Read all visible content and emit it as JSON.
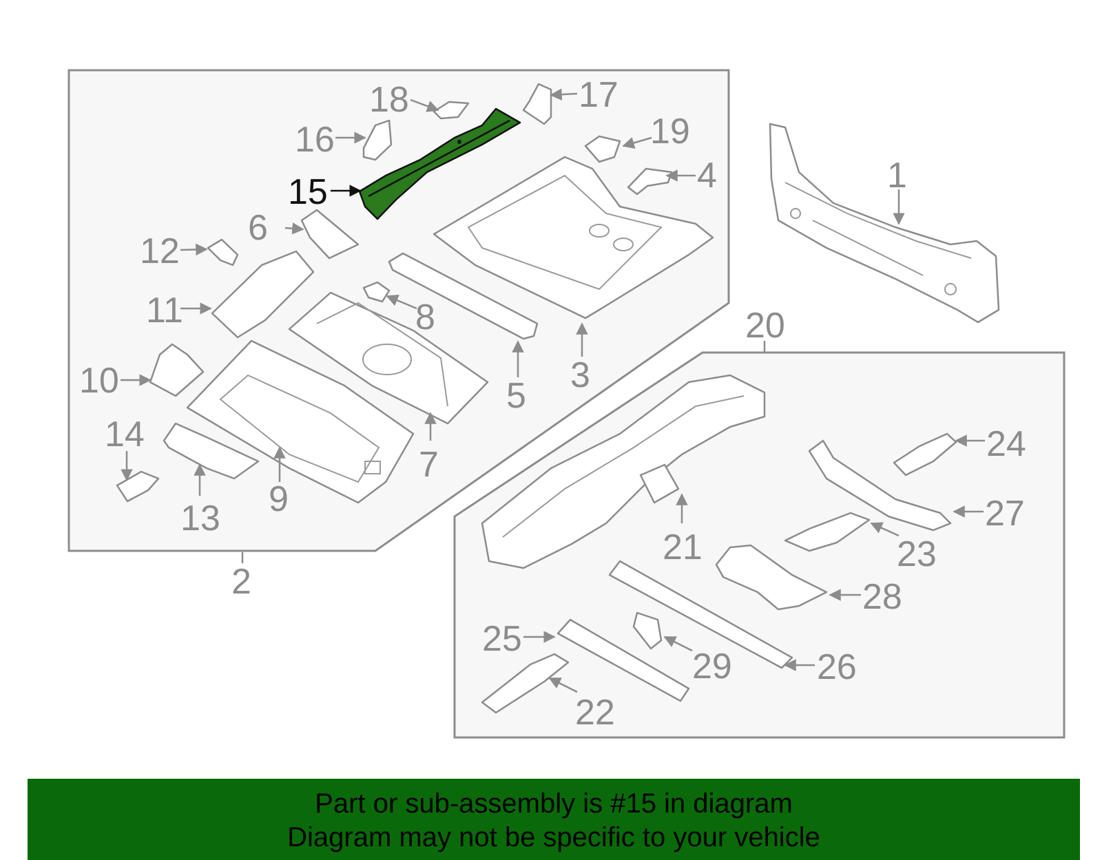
{
  "diagram": {
    "highlight_color": "#2b7a1e",
    "part_stroke_color": "#8c8c8c",
    "highlighted_part": "15",
    "labels": {
      "p1": "1",
      "p2": "2",
      "p3": "3",
      "p4": "4",
      "p5": "5",
      "p6": "6",
      "p7": "7",
      "p8": "8",
      "p9": "9",
      "p10": "10",
      "p11": "11",
      "p12": "12",
      "p13": "13",
      "p14": "14",
      "p15": "15",
      "p16": "16",
      "p17": "17",
      "p18": "18",
      "p19": "19",
      "p20": "20",
      "p21": "21",
      "p22": "22",
      "p23": "23",
      "p24": "24",
      "p25": "25",
      "p26": "26",
      "p27": "27",
      "p28": "28",
      "p29": "29"
    }
  },
  "banner": {
    "background": "#0a6a0a",
    "line1": "Part or sub-assembly is #15 in diagram",
    "line2": "Diagram may not be specific to your vehicle"
  }
}
